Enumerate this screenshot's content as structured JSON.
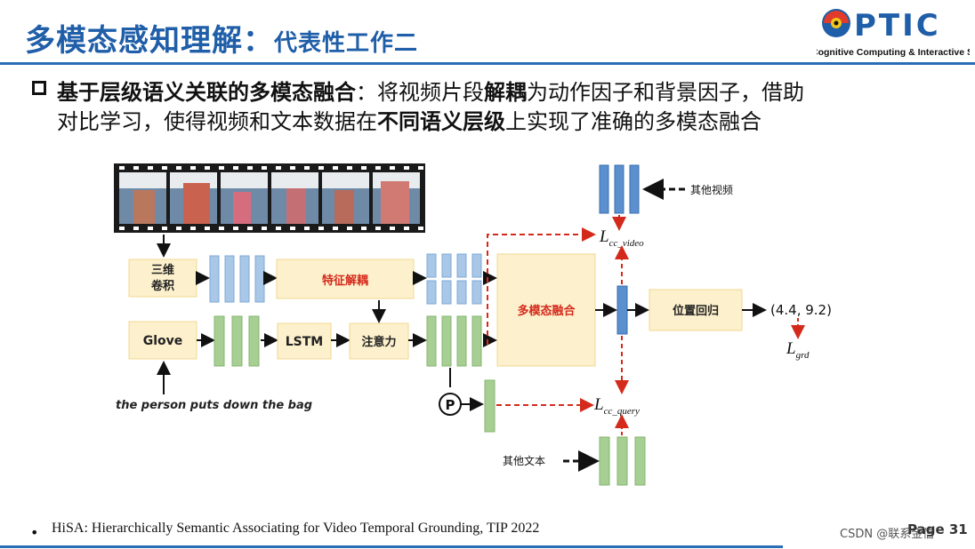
{
  "title": {
    "main": "多模态感知理解：",
    "sub": "代表性工作二"
  },
  "logo": {
    "brand": "PTIC",
    "tagline": "Cognitive Computing & Interactive Systems Lab"
  },
  "bullet": {
    "line1_bold": "基于层级语义关联的多模态融合",
    "line1_a": "：将视频片段",
    "line1_bold2": "解耦",
    "line1_b": "为动作因子和背景因子，借助",
    "line2_a": "对比学习，使得视频和文本数据在",
    "line2_bold": "不同语义层级",
    "line2_b": "上实现了准确的多模态融合"
  },
  "diagram": {
    "conv3d": "三维卷积",
    "glove": "Glove",
    "decouple": "特征解耦",
    "lstm": "LSTM",
    "attention": "注意力",
    "fusion": "多模态融合",
    "regression": "位置回归",
    "other_video": "其他视频",
    "other_text": "其他文本",
    "query_text": "the person puts down the bag",
    "loss_video_main": "L",
    "loss_video_sub": "cc_video",
    "loss_query_main": "L",
    "loss_query_sub": "cc_query",
    "loss_grd_main": "L",
    "loss_grd_sub": "grd",
    "output": "(4.4, 9.2)",
    "pool_symbol": "P"
  },
  "footnote": "HiSA: Hierarchically Semantic Associating for Video Temporal Grounding, TIP 2022",
  "page": "Page 31",
  "watermark": "CSDN @联系金信",
  "colors": {
    "title_blue": "#1f5ea8",
    "box_fill": "#fdf0cc",
    "blue_bar": "#a9c8e8",
    "green_bar": "#a7cf94",
    "red_dash": "#d42a1c"
  }
}
